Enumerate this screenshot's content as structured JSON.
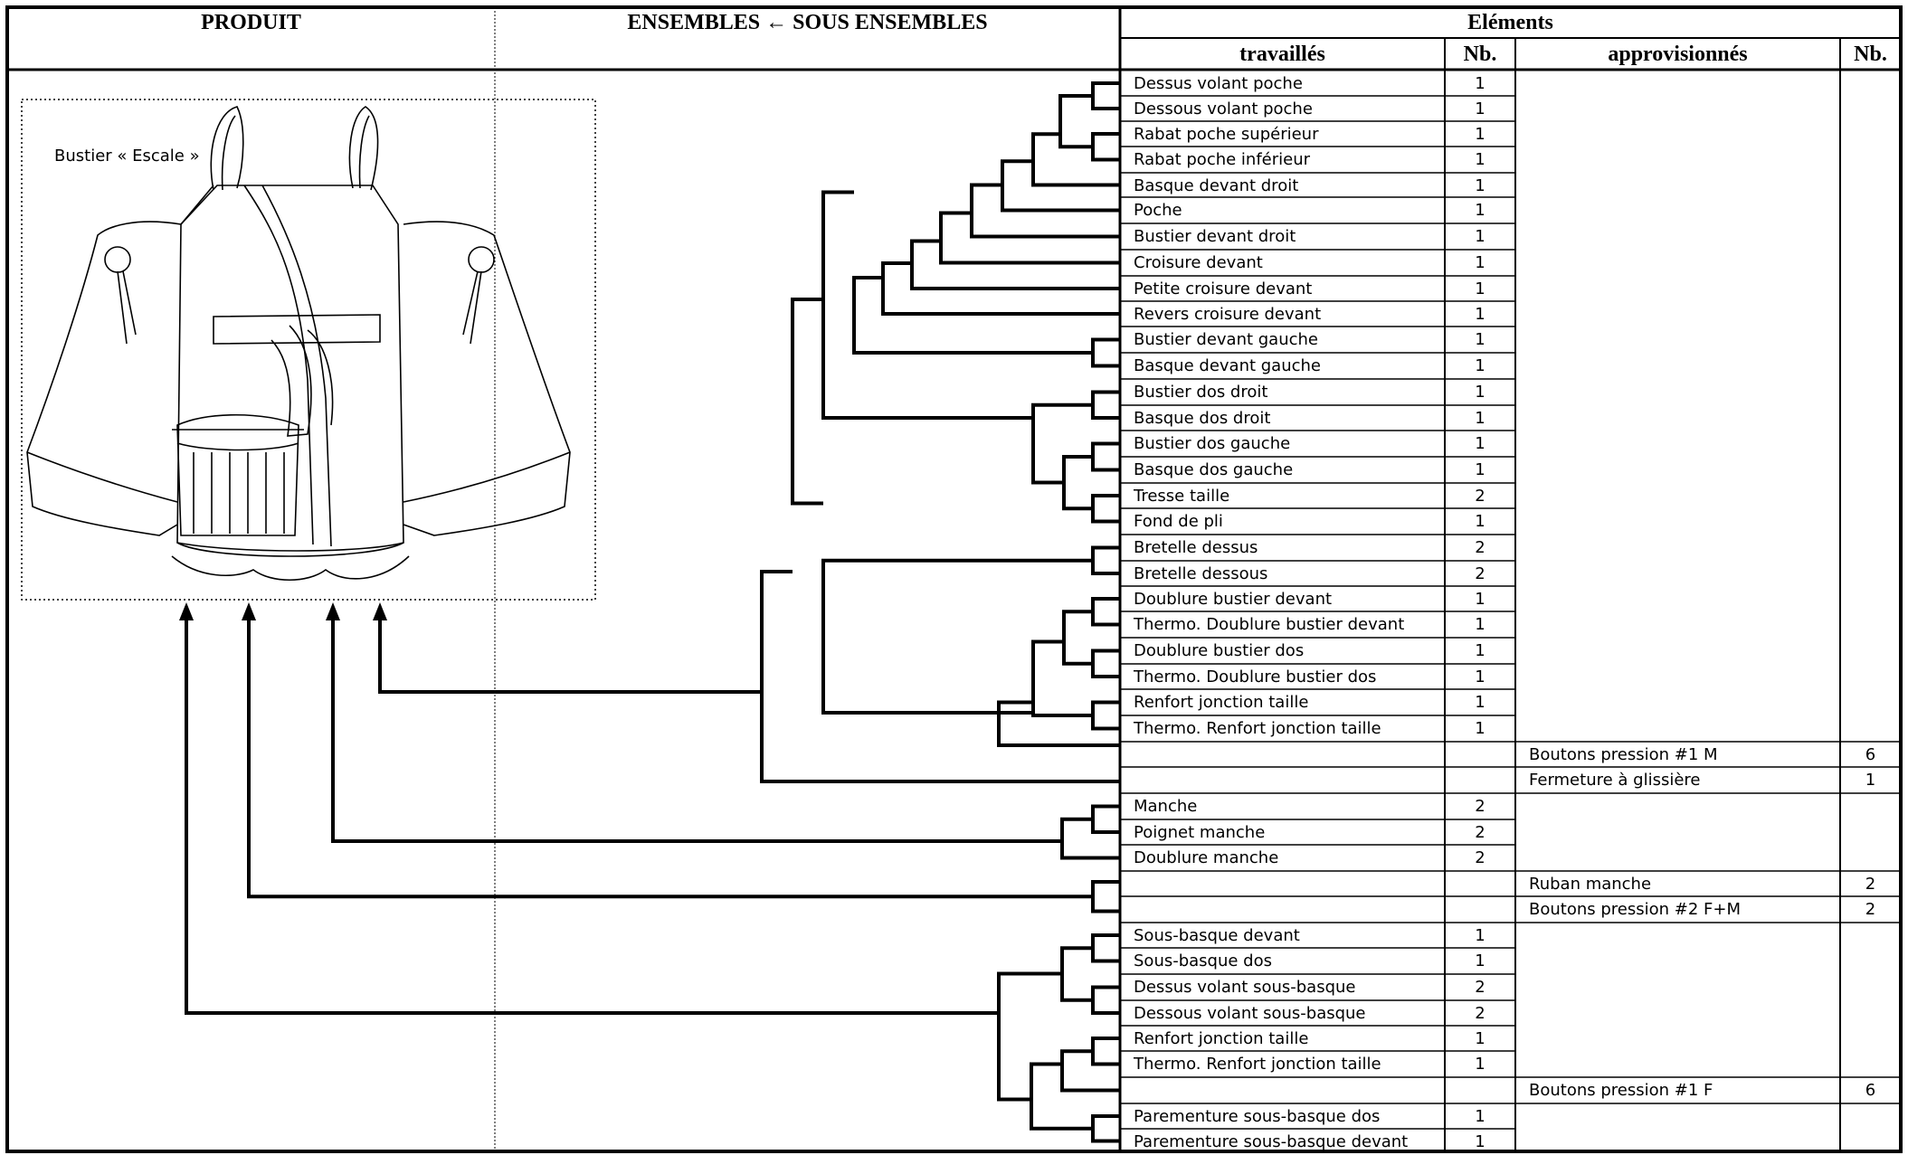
{
  "header": {
    "produit": "PRODUIT",
    "ensembles": "ENSEMBLES",
    "arrow": "←",
    "sous_ensembles": "SOUS ENSEMBLES",
    "elements": "Eléments",
    "travailles": "travaillés",
    "nb1": "Nb.",
    "approvisionnes": "approvisionnés",
    "nb2": "Nb."
  },
  "product": {
    "caption": "Bustier « Escale »",
    "image_name": "garment-flat-sketch"
  },
  "worked_elements": [
    {
      "name": "Dessus volant poche",
      "nb": "1"
    },
    {
      "name": "Dessous volant poche",
      "nb": "1"
    },
    {
      "name": "Rabat poche supérieur",
      "nb": "1"
    },
    {
      "name": "Rabat poche inférieur",
      "nb": "1"
    },
    {
      "name": "Basque devant droit",
      "nb": "1"
    },
    {
      "name": "Poche",
      "nb": "1"
    },
    {
      "name": "Bustier devant droit",
      "nb": "1"
    },
    {
      "name": "Croisure devant",
      "nb": "1"
    },
    {
      "name": "Petite croisure devant",
      "nb": "1"
    },
    {
      "name": "Revers croisure devant",
      "nb": "1"
    },
    {
      "name": "Bustier devant gauche",
      "nb": "1"
    },
    {
      "name": "Basque devant gauche",
      "nb": "1"
    },
    {
      "name": "Bustier dos droit",
      "nb": "1"
    },
    {
      "name": "Basque dos droit",
      "nb": "1"
    },
    {
      "name": "Bustier dos gauche",
      "nb": "1"
    },
    {
      "name": "Basque dos gauche",
      "nb": "1"
    },
    {
      "name": "Tresse taille",
      "nb": "2"
    },
    {
      "name": "Fond de pli",
      "nb": "1"
    },
    {
      "name": "Bretelle dessus",
      "nb": "2"
    },
    {
      "name": "Bretelle dessous",
      "nb": "2"
    },
    {
      "name": "Doublure bustier devant",
      "nb": "1"
    },
    {
      "name": "Thermo. Doublure bustier devant",
      "nb": "1"
    },
    {
      "name": "Doublure bustier dos",
      "nb": "1"
    },
    {
      "name": "Thermo. Doublure bustier dos",
      "nb": "1"
    },
    {
      "name": "Renfort jonction taille",
      "nb": "1"
    },
    {
      "name": "Thermo. Renfort jonction taille",
      "nb": "1"
    },
    {
      "name": "Manche",
      "nb": "2"
    },
    {
      "name": "Poignet manche",
      "nb": "2"
    },
    {
      "name": "Doublure manche",
      "nb": "2"
    },
    {
      "name": "Sous-basque devant",
      "nb": "1"
    },
    {
      "name": "Sous-basque dos",
      "nb": "1"
    },
    {
      "name": "Dessus volant sous-basque",
      "nb": "2"
    },
    {
      "name": "Dessous volant sous-basque",
      "nb": "2"
    },
    {
      "name": "Renfort jonction taille",
      "nb": "1"
    },
    {
      "name": "Thermo. Renfort jonction taille",
      "nb": "1"
    },
    {
      "name": "Parementure sous-basque dos",
      "nb": "1"
    },
    {
      "name": "Parementure sous-basque devant",
      "nb": "1"
    }
  ],
  "supplied_elements": [
    {
      "name": "Boutons pression #1 M",
      "nb": "6"
    },
    {
      "name": "Fermeture à glissière",
      "nb": "1"
    },
    {
      "name": "Ruban manche",
      "nb": "2"
    },
    {
      "name": "Boutons pression #2 F+M",
      "nb": "2"
    },
    {
      "name": "Boutons pression #1 F",
      "nb": "6"
    }
  ]
}
